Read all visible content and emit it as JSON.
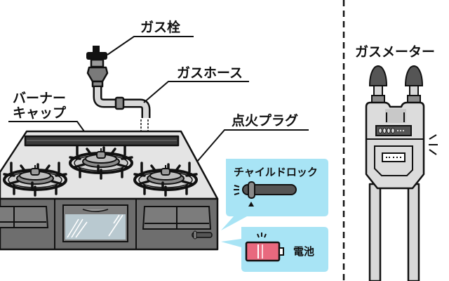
{
  "labels": {
    "gas_valve": "ガス栓",
    "gas_hose": "ガスホース",
    "burner_cap_line1": "バーナー",
    "burner_cap_line2": "キャップ",
    "ignition_plug": "点火プラグ",
    "gas_meter": "ガスメーター"
  },
  "callouts": {
    "child_lock": "チャイルドロック",
    "battery": "電池"
  },
  "colors": {
    "callout_bg": "#a8e4f5",
    "battery_fill": "#e8697e",
    "stove_body": "#6e6e6e",
    "stove_top": "#e4e4e4",
    "meter_body": "#dcdcdc"
  }
}
